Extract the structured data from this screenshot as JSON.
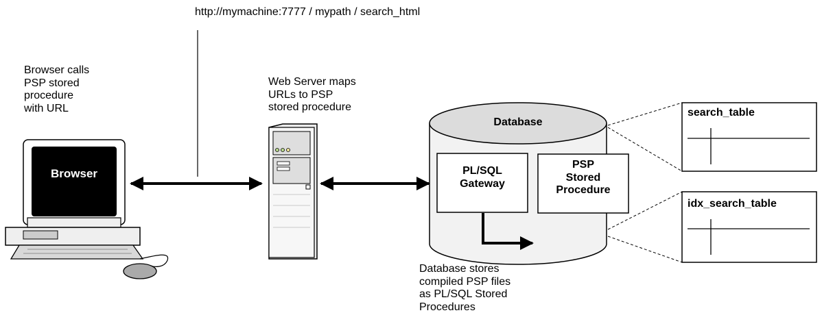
{
  "url_text": "http://mymachine:7777 / mypath / search_html",
  "browser_caption": [
    "Browser calls",
    "PSP stored",
    "procedure",
    "with URL"
  ],
  "browser_screen_label": "Browser",
  "webserver_caption": [
    "Web Server maps",
    "URLs to PSP",
    "stored procedure"
  ],
  "database_label": "Database",
  "gateway_box": [
    "PL/SQL",
    "Gateway"
  ],
  "psp_box": [
    "PSP",
    "Stored",
    "Procedure"
  ],
  "db_caption": [
    "Database stores",
    "compiled PSP files",
    "as PL/SQL Stored",
    "Procedures"
  ],
  "tables": [
    {
      "name": "search_table"
    },
    {
      "name": "idx_search_table"
    }
  ]
}
